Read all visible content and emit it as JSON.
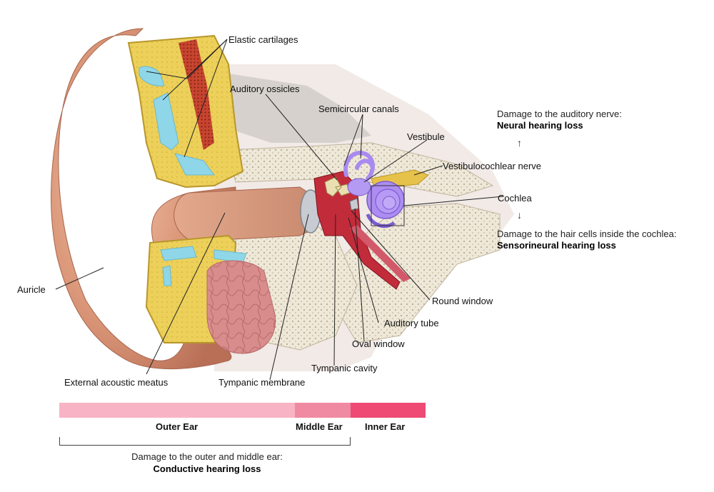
{
  "labels": {
    "elastic_cartilages": "Elastic cartilages",
    "auditory_ossicles": "Auditory ossicles",
    "semicircular_canals": "Semicircular canals",
    "vestibule": "Vestibule",
    "vestibulocochlear_nerve": "Vestibulocochlear nerve",
    "cochlea": "Cochlea",
    "auricle": "Auricle",
    "round_window": "Round window",
    "auditory_tube": "Auditory tube",
    "oval_window": "Oval window",
    "tympanic_cavity": "Tympanic cavity",
    "external_acoustic_meatus": "External acoustic meatus",
    "tympanic_membrane": "Tympanic membrane"
  },
  "notes": {
    "nerve_damage": "Damage to the auditory nerve:",
    "nerve_loss": "Neural hearing loss",
    "hair_damage": "Damage to the hair cells inside the cochlea:",
    "hair_loss": "Sensorineural hearing loss",
    "conductive_damage": "Damage to the outer and middle ear:",
    "conductive_loss": "Conductive hearing loss"
  },
  "regions": {
    "outer": "Outer Ear",
    "middle": "Middle Ear",
    "inner": "Inner Ear"
  },
  "colors": {
    "outer_ear": "#f8b4c4",
    "middle_ear": "#f08aa2",
    "inner_ear": "#ee4a74",
    "skin": "#d9957a",
    "cartilage": "#e6c84a",
    "canal": "#8fd7e8",
    "cochlea": "#a98af0",
    "bone": "#e8e2d4"
  }
}
